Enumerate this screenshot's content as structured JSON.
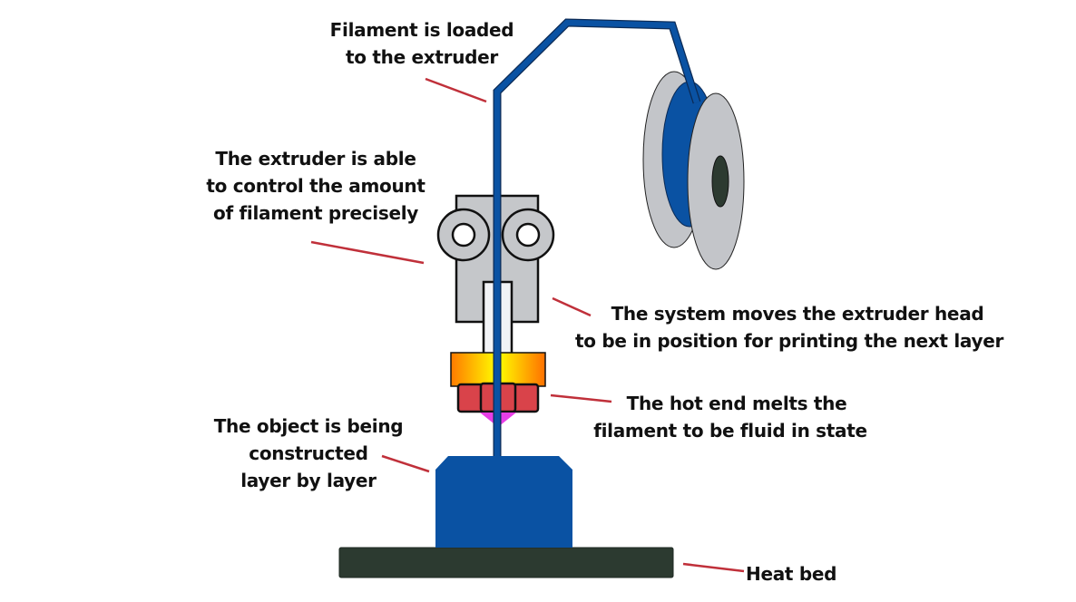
{
  "title": "FDM 3D printer working principle",
  "colors": {
    "filament": "#0a52a3",
    "filament_outline": "#0b2a55",
    "extruder_body": "#c5c7ca",
    "hotend_gradient": [
      "#ff8000",
      "#ffff00",
      "#ff7a00"
    ],
    "nozzle_block": "#d9434a",
    "nozzle_tip": "#e83ee6",
    "heat_bed": "#2c3a30",
    "spool_flange": "#c3c5c9",
    "spool_hub": "#2c3a30",
    "leader_line": "#c0303a",
    "text": "#111111"
  },
  "components": {
    "filament_spool": "filament-spool",
    "filament": "filament",
    "extruder_drive": "extruder-drive-gears",
    "hot_end": "hot-end",
    "nozzle": "nozzle",
    "printed_object": "printed-object",
    "heat_bed": "heat-bed"
  },
  "annotations": {
    "filament_loaded": {
      "lines": [
        "Filament is loaded",
        "to the extruder"
      ]
    },
    "extruder_control": {
      "lines": [
        "The extruder is able",
        "to control the amount",
        "of filament precisely"
      ]
    },
    "system_moves": {
      "lines": [
        "The system moves the extruder head",
        "to be in position for printing the next layer"
      ]
    },
    "hot_end_melts": {
      "lines": [
        "The hot end melts the",
        "filament to be fluid in state"
      ]
    },
    "object_constructed": {
      "lines": [
        "The object is being",
        "constructed",
        "layer by layer"
      ]
    },
    "heat_bed": {
      "lines": [
        "Heat bed"
      ]
    }
  }
}
